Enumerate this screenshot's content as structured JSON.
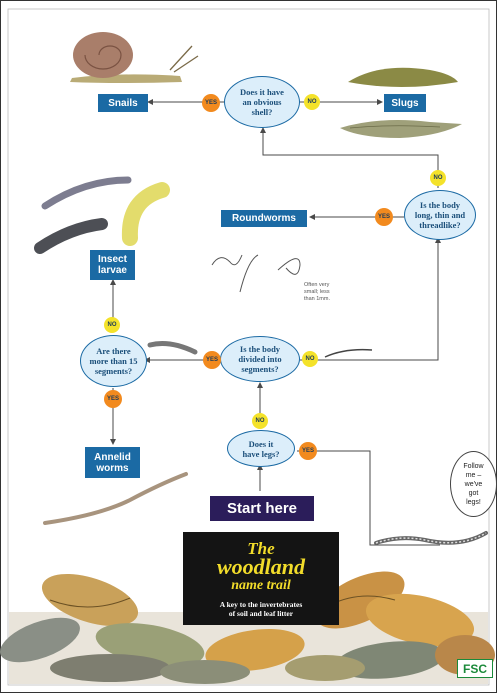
{
  "questions": {
    "shell": "Does it have\nan obvious\nshell?",
    "threadlike": "Is the body\nlong, thin and\nthreadlike?",
    "segments15": "Are there\nmore than 15\nsegments?",
    "divided": "Is the body\ndivided into\nsegments?",
    "legs": "Does it\nhave legs?"
  },
  "answers": {
    "snails": "Snails",
    "slugs": "Slugs",
    "roundworms": "Roundworms",
    "insect_larvae": "Insect\nlarvae",
    "annelid_worms": "Annelid\nworms"
  },
  "badges": {
    "yes": "YES",
    "no": "NO"
  },
  "roundworm_note": "Often very\nsmall; less\nthan 1mm.",
  "speech_bubble": "Follow\nme –\nwe've\ngot\nlegs!",
  "start_label": "Start here",
  "title": {
    "line1": "The",
    "line2": "woodland",
    "line3": "name trail"
  },
  "subtitle": "A key to the invertebrates\nof soil and leaf litter",
  "logo": "FSC",
  "colors": {
    "box": "#1b6aa4",
    "ellipse_fill": "#dceefa",
    "yes": "#f28a1e",
    "no": "#f4e22a",
    "start": "#2b1d5a",
    "title_text": "#f2dc2a"
  }
}
